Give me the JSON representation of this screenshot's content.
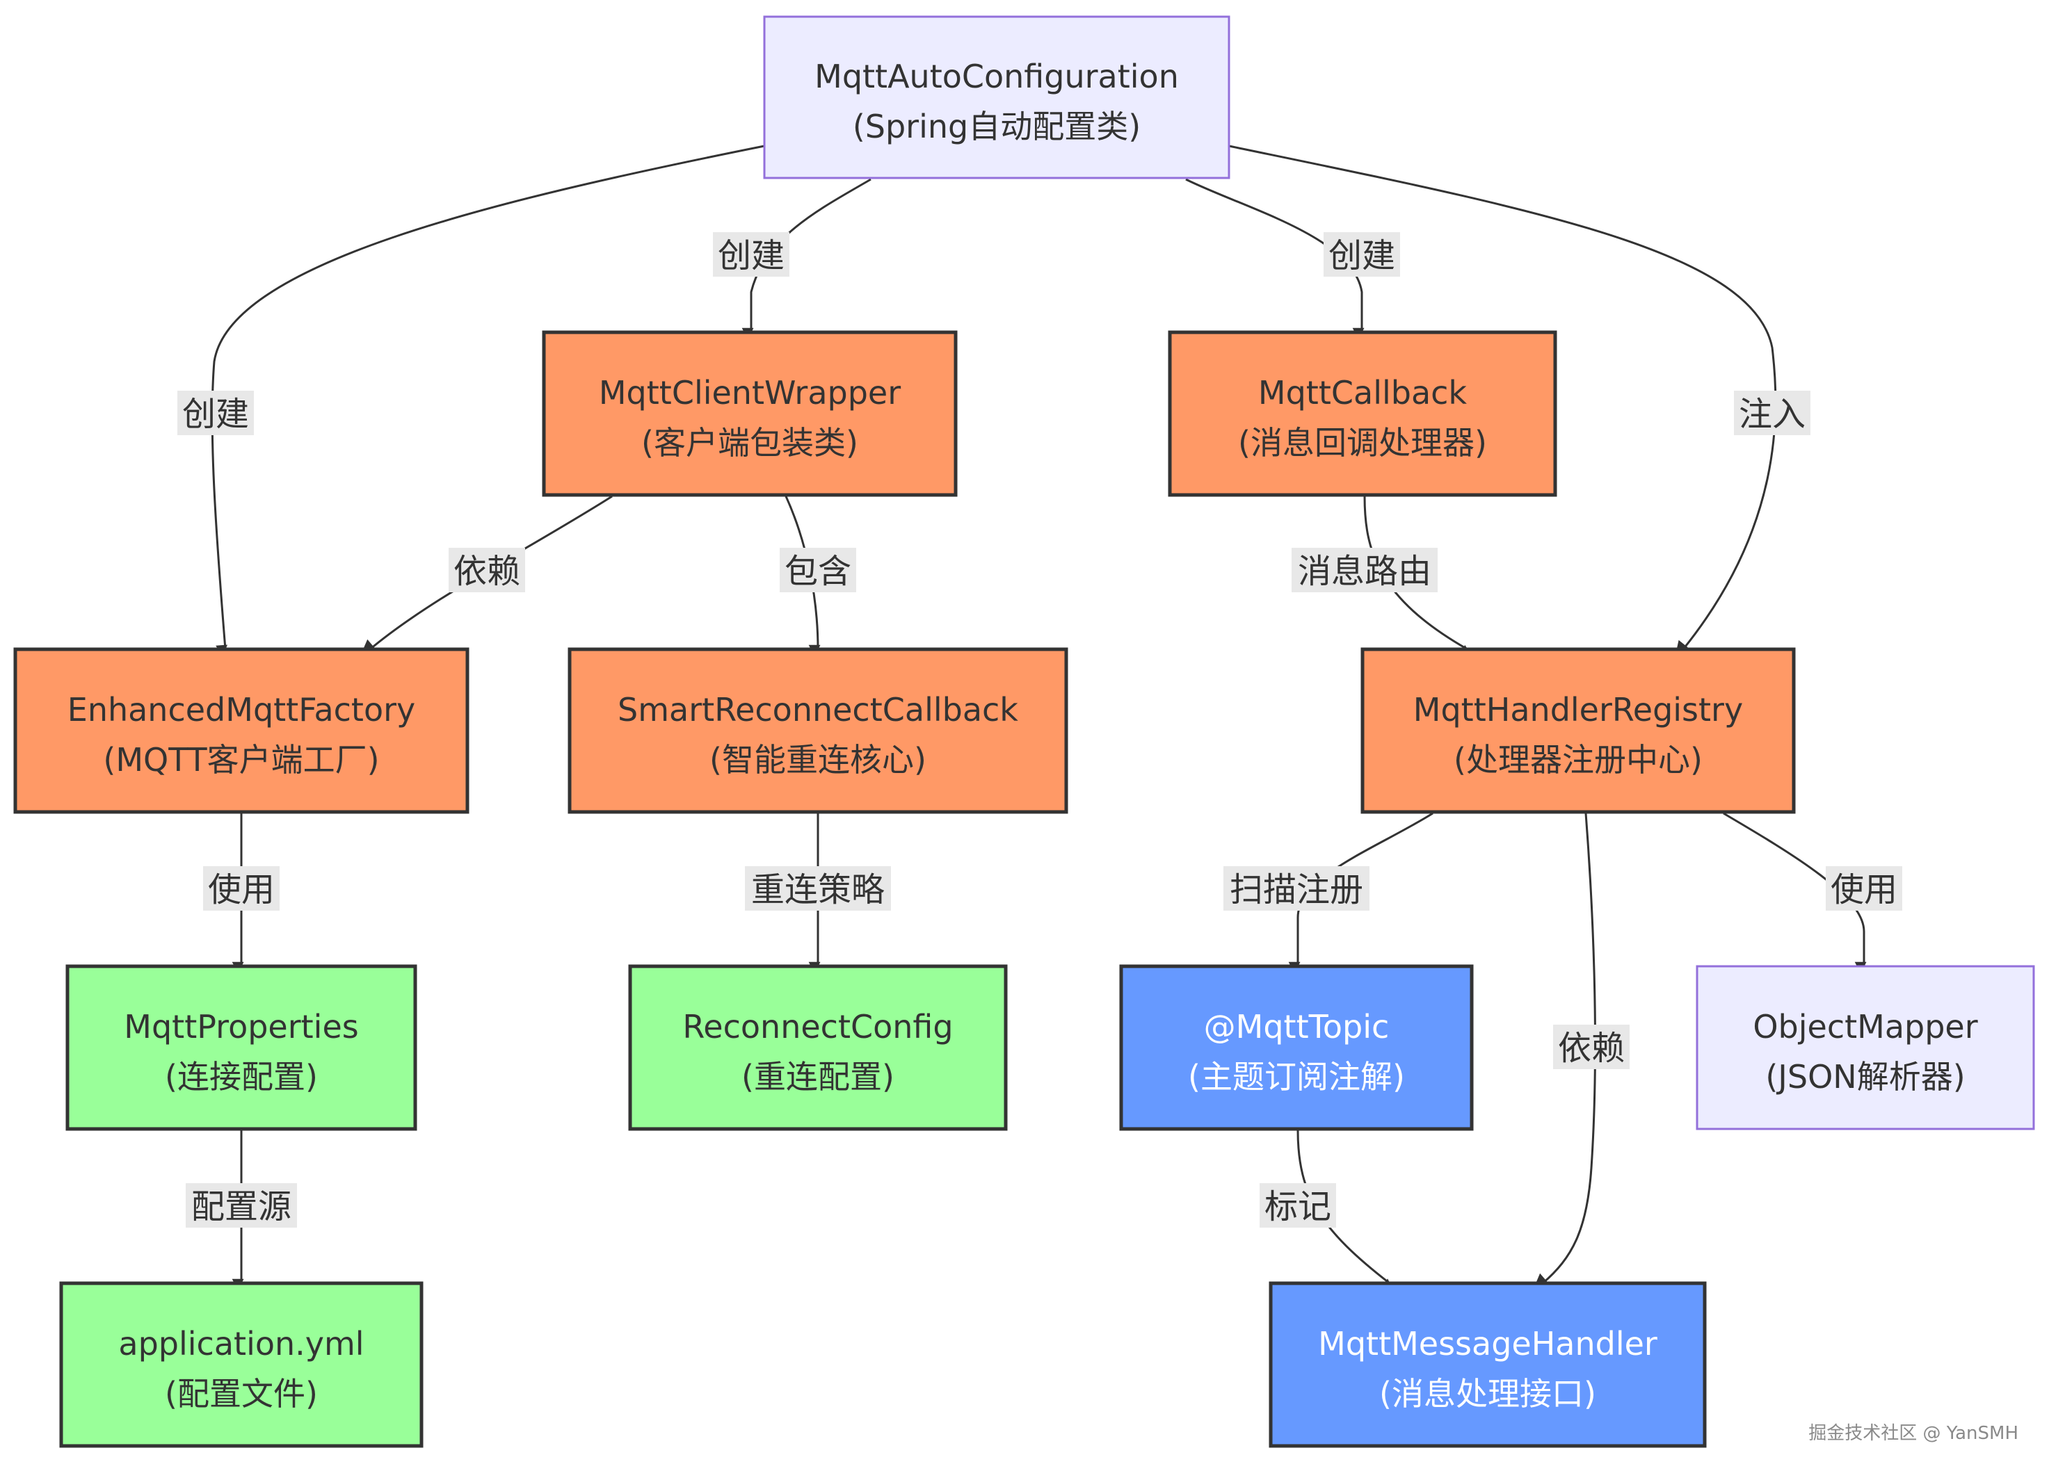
{
  "colors": {
    "config_fill": "#ececff",
    "config_stroke": "#9370db",
    "config_text": "#333333",
    "core_fill": "#ff9966",
    "core_stroke": "#333333",
    "core_text": "#333333",
    "settings_fill": "#99ff99",
    "settings_stroke": "#333333",
    "settings_text": "#333333",
    "api_fill": "#6699ff",
    "api_stroke": "#333333",
    "api_text": "#ffffff",
    "edge": "#333333",
    "label_bg": "#e8e8e8"
  },
  "nodes": [
    {
      "id": "auto",
      "title": "MqttAutoConfiguration",
      "subtitle": "(Spring自动配置类)",
      "style": "config"
    },
    {
      "id": "wrapper",
      "title": "MqttClientWrapper",
      "subtitle": "(客户端包装类)",
      "style": "core"
    },
    {
      "id": "callback",
      "title": "MqttCallback",
      "subtitle": "(消息回调处理器)",
      "style": "core"
    },
    {
      "id": "factory",
      "title": "EnhancedMqttFactory",
      "subtitle": "(MQTT客户端工厂)",
      "style": "core"
    },
    {
      "id": "smart",
      "title": "SmartReconnectCallback",
      "subtitle": "(智能重连核心)",
      "style": "core"
    },
    {
      "id": "registry",
      "title": "MqttHandlerRegistry",
      "subtitle": "(处理器注册中心)",
      "style": "core"
    },
    {
      "id": "props",
      "title": "MqttProperties",
      "subtitle": "(连接配置)",
      "style": "settings"
    },
    {
      "id": "reconn",
      "title": "ReconnectConfig",
      "subtitle": "(重连配置)",
      "style": "settings"
    },
    {
      "id": "topic",
      "title": "@MqttTopic",
      "subtitle": "(主题订阅注解)",
      "style": "api"
    },
    {
      "id": "mapper",
      "title": "ObjectMapper",
      "subtitle": "(JSON解析器)",
      "style": "config"
    },
    {
      "id": "yml",
      "title": "application.yml",
      "subtitle": "(配置文件)",
      "style": "settings"
    },
    {
      "id": "handler",
      "title": "MqttMessageHandler",
      "subtitle": "(消息处理接口)",
      "style": "api"
    }
  ],
  "edges": [
    {
      "id": "e1",
      "from": "auto",
      "to": "factory",
      "label": "创建"
    },
    {
      "id": "e2",
      "from": "auto",
      "to": "wrapper",
      "label": "创建"
    },
    {
      "id": "e3",
      "from": "auto",
      "to": "callback",
      "label": "创建"
    },
    {
      "id": "e4",
      "from": "auto",
      "to": "registry",
      "label": "注入"
    },
    {
      "id": "e5",
      "from": "wrapper",
      "to": "factory",
      "label": "依赖"
    },
    {
      "id": "e6",
      "from": "wrapper",
      "to": "smart",
      "label": "包含"
    },
    {
      "id": "e7",
      "from": "callback",
      "to": "registry",
      "label": "消息路由"
    },
    {
      "id": "e8",
      "from": "factory",
      "to": "props",
      "label": "使用"
    },
    {
      "id": "e9",
      "from": "smart",
      "to": "reconn",
      "label": "重连策略"
    },
    {
      "id": "e10",
      "from": "registry",
      "to": "topic",
      "label": "扫描注册"
    },
    {
      "id": "e11",
      "from": "registry",
      "to": "handler",
      "label": "依赖"
    },
    {
      "id": "e12",
      "from": "registry",
      "to": "mapper",
      "label": "使用"
    },
    {
      "id": "e13",
      "from": "props",
      "to": "yml",
      "label": "配置源"
    },
    {
      "id": "e14",
      "from": "topic",
      "to": "handler",
      "label": "标记"
    }
  ],
  "watermark": "掘金技术社区 @ YanSMH"
}
